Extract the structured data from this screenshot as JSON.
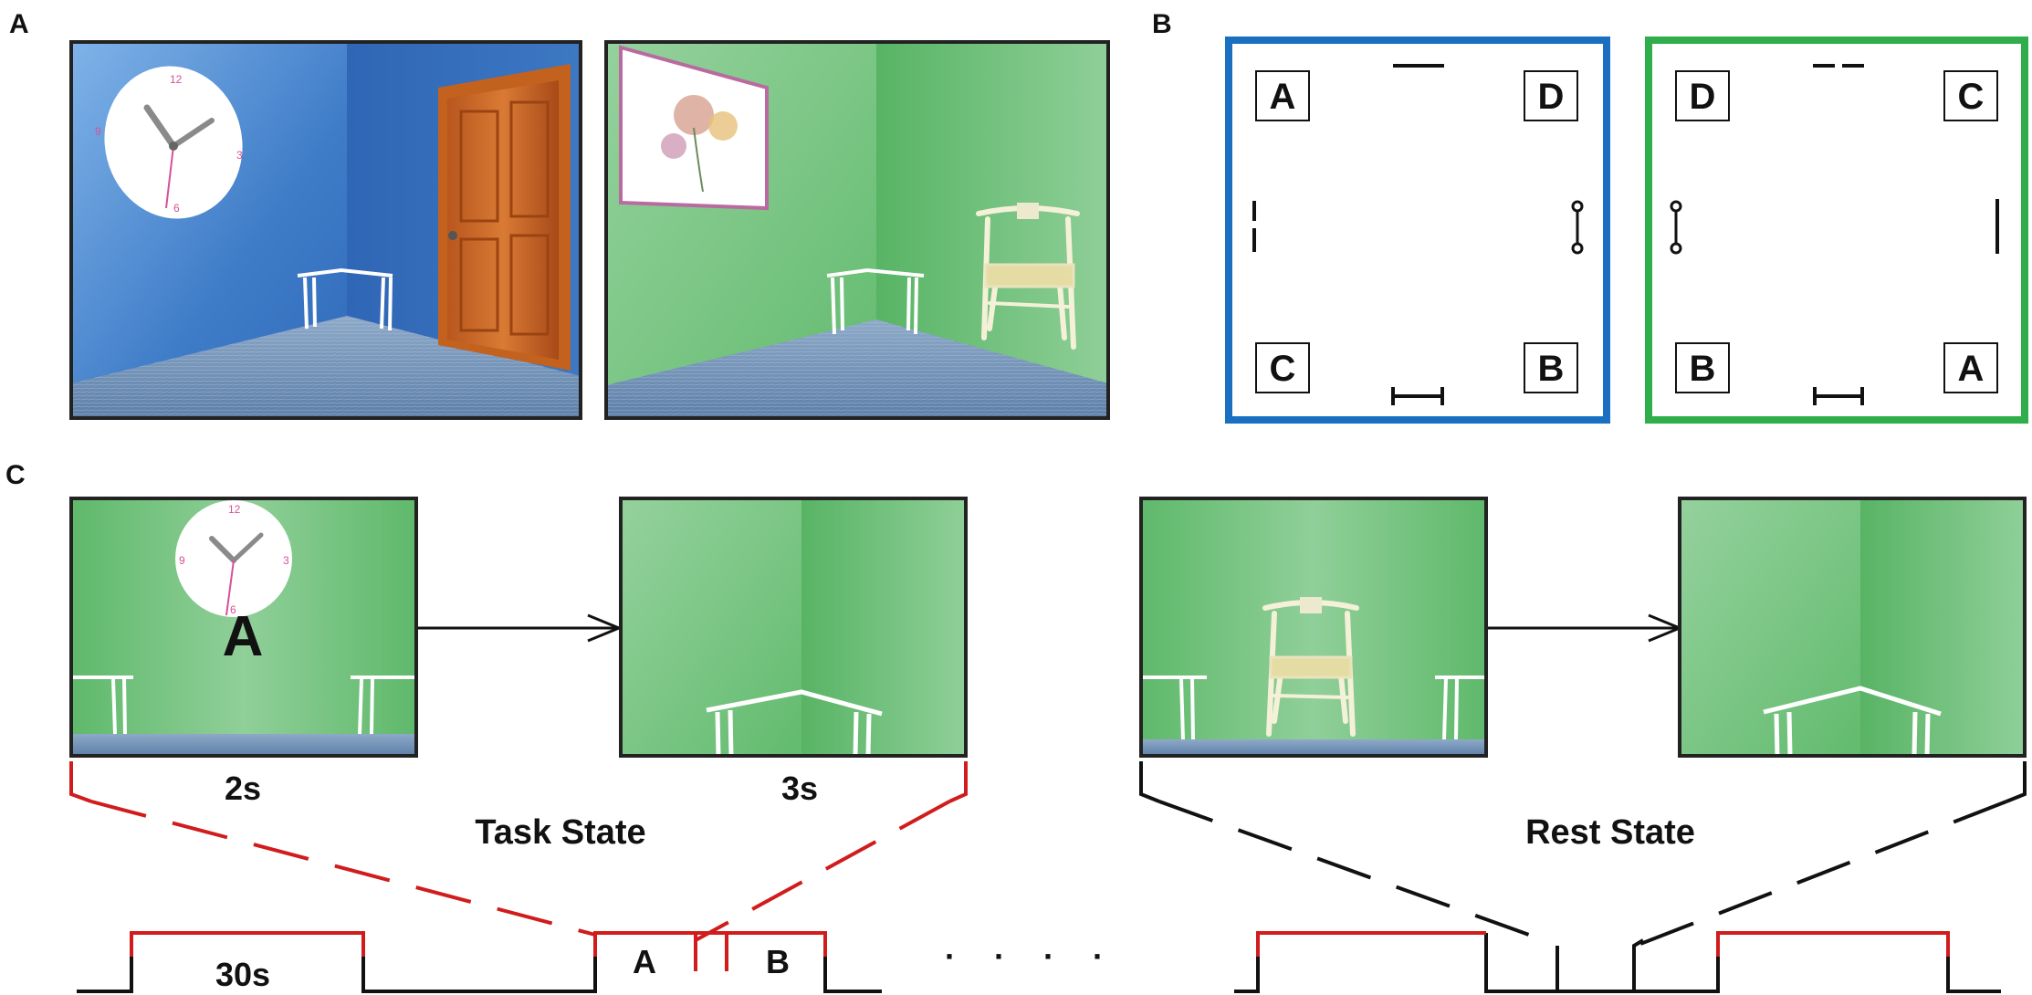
{
  "panels": {
    "a": {
      "label": "A"
    },
    "b": {
      "label": "B",
      "room_blue": {
        "color": "#1a6fc0",
        "corners": [
          "A",
          "D",
          "C",
          "B"
        ]
      },
      "room_green": {
        "color": "#2fae4b",
        "corners": [
          "D",
          "C",
          "B",
          "A"
        ]
      }
    },
    "c": {
      "label": "C",
      "cue_letter": "A",
      "task_durations": [
        "2s",
        "3s"
      ],
      "task_state": "Task State",
      "rest_state": "Rest State",
      "timeline": {
        "block_duration": "30s",
        "sub_labels": [
          "A",
          "B"
        ],
        "ellipsis": "· · · ·"
      }
    }
  },
  "colors": {
    "task": "#d01c1c",
    "rest": "#111111",
    "wall_blue": "#3c78c4",
    "wall_green": "#5cb86a",
    "floor": "#6f8eb4"
  }
}
